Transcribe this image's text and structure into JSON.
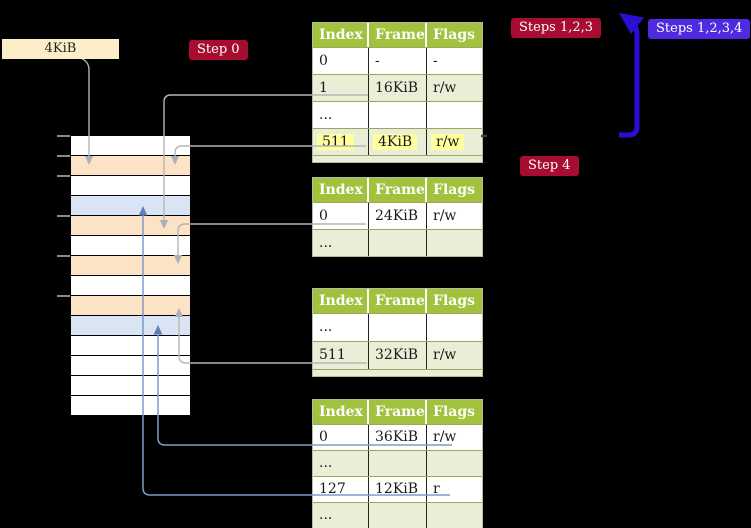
{
  "diagram": {
    "page_size_label": "4KiB",
    "step_labels": {
      "step0": "Step 0",
      "steps123": "Steps 1,2,3",
      "steps1234": "Steps 1,2,3,4",
      "step4": "Step 4"
    },
    "colors": {
      "label_red_bg": "#a60d31",
      "label_blue_bg": "#4f2ae0",
      "big_arrow_blue": "#2a10d4",
      "table_header_green": "#a2c13c",
      "table_alt_row_green": "#e9efd6",
      "highlight_yellow": "#ffffa0",
      "memory_frame_peach": "#fce3c5",
      "memory_frame_blue": "#d9e5f5",
      "page_size_box_beige": "#fdeeca",
      "connector_gray": "#b5b5b5",
      "connector_steel_blue": "#7e9aca"
    },
    "memory_column": {
      "rows": [
        "white",
        "peach",
        "white",
        "blue",
        "peach",
        "white",
        "peach",
        "white",
        "peach",
        "blue",
        "white",
        "white",
        "white",
        "white"
      ]
    },
    "tables": [
      {
        "name": "page-table-1",
        "headers": [
          "Index",
          "Frame",
          "Flags"
        ],
        "rows": [
          {
            "index": "0",
            "frame": "-",
            "flags": "-",
            "highlight": false
          },
          {
            "index": "1",
            "frame": "16KiB",
            "flags": "r/w",
            "highlight": false
          },
          {
            "index": "...",
            "frame": "",
            "flags": "",
            "highlight": false
          },
          {
            "index": "511",
            "frame": "4KiB",
            "flags": "r/w",
            "highlight": true
          }
        ]
      },
      {
        "name": "page-table-2",
        "headers": [
          "Index",
          "Frame",
          "Flags"
        ],
        "rows": [
          {
            "index": "0",
            "frame": "24KiB",
            "flags": "r/w",
            "highlight": false
          },
          {
            "index": "...",
            "frame": "",
            "flags": "",
            "highlight": false
          }
        ]
      },
      {
        "name": "page-table-3",
        "headers": [
          "Index",
          "Frame",
          "Flags"
        ],
        "rows": [
          {
            "index": "...",
            "frame": "",
            "flags": "",
            "highlight": false
          },
          {
            "index": "511",
            "frame": "32KiB",
            "flags": "r/w",
            "highlight": false
          }
        ]
      },
      {
        "name": "page-table-4",
        "headers": [
          "Index",
          "Frame",
          "Flags"
        ],
        "rows": [
          {
            "index": "0",
            "frame": "36KiB",
            "flags": "r/w",
            "highlight": false
          },
          {
            "index": "...",
            "frame": "",
            "flags": "",
            "highlight": false
          },
          {
            "index": "127",
            "frame": "12KiB",
            "flags": "r",
            "highlight": false
          },
          {
            "index": "...",
            "frame": "",
            "flags": "",
            "highlight": false
          }
        ]
      }
    ]
  }
}
